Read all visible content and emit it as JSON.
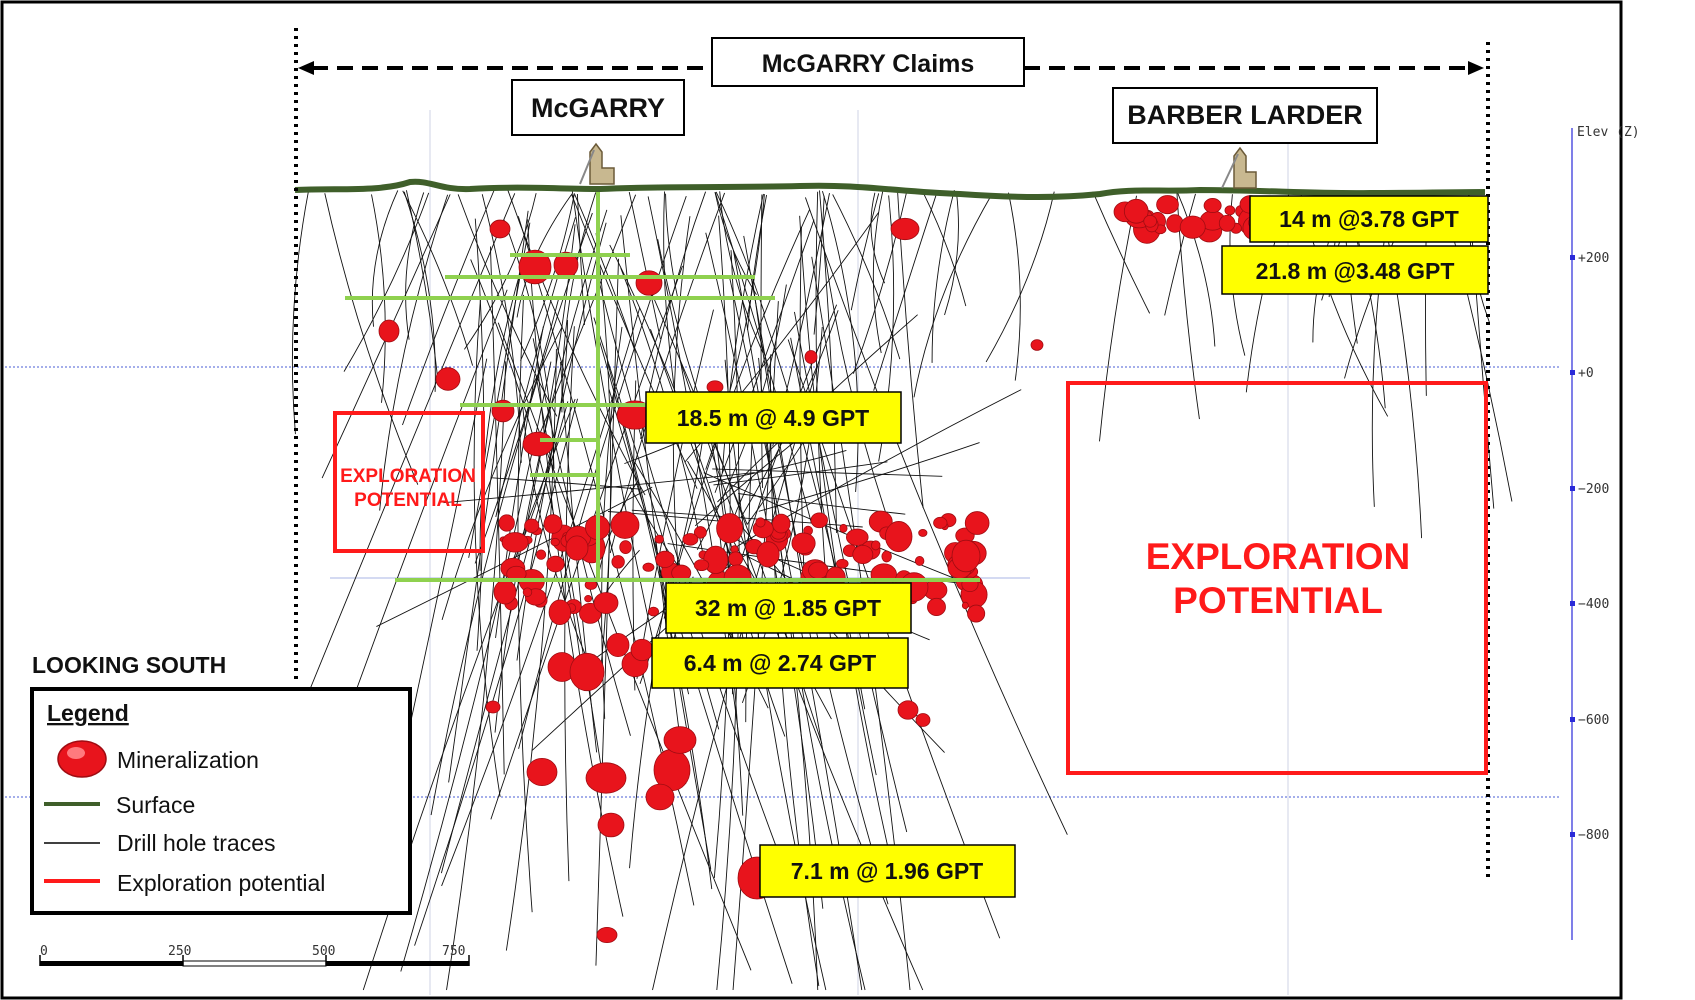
{
  "header": {
    "claims_label": "McGARRY Claims",
    "mcgarry_label": "McGARRY",
    "barber_label": "BARBER LARDER"
  },
  "view_label": "LOOKING SOUTH",
  "exploration": {
    "small_line1": "EXPLORATION",
    "small_line2": "POTENTIAL",
    "large_line1": "EXPLORATION",
    "large_line2": "POTENTIAL"
  },
  "intercepts": [
    {
      "text": "14 m @3.78 GPT"
    },
    {
      "text": "21.8 m @3.48 GPT"
    },
    {
      "text": "18.5 m @ 4.9 GPT"
    },
    {
      "text": "32 m @ 1.85 GPT"
    },
    {
      "text": "6.4 m @ 2.74 GPT"
    },
    {
      "text": "7.1 m @ 1.96 GPT"
    }
  ],
  "legend": {
    "title": "Legend",
    "items": [
      {
        "label": "Mineralization",
        "icon": "mineralization-icon"
      },
      {
        "label": "Surface",
        "color": "#3f5f2a"
      },
      {
        "label": "Drill hole traces",
        "color": "#000000"
      },
      {
        "label": "Exploration potential",
        "color": "#ff1a1a"
      }
    ]
  },
  "scale_bar": {
    "ticks": [
      "0",
      "250",
      "500",
      "750"
    ]
  },
  "elevation_axis": {
    "title": "Elev (Z)",
    "ticks": [
      "+200",
      "+0",
      "−200",
      "−400",
      "−600",
      "−800"
    ]
  },
  "colors": {
    "surface": "#3f5f2a",
    "mineralization": "#e8141c",
    "exploration": "#ff1a1a",
    "intercept_fill": "#ffff00",
    "workings": "#8fd14f",
    "axis": "#2a2ad8"
  }
}
